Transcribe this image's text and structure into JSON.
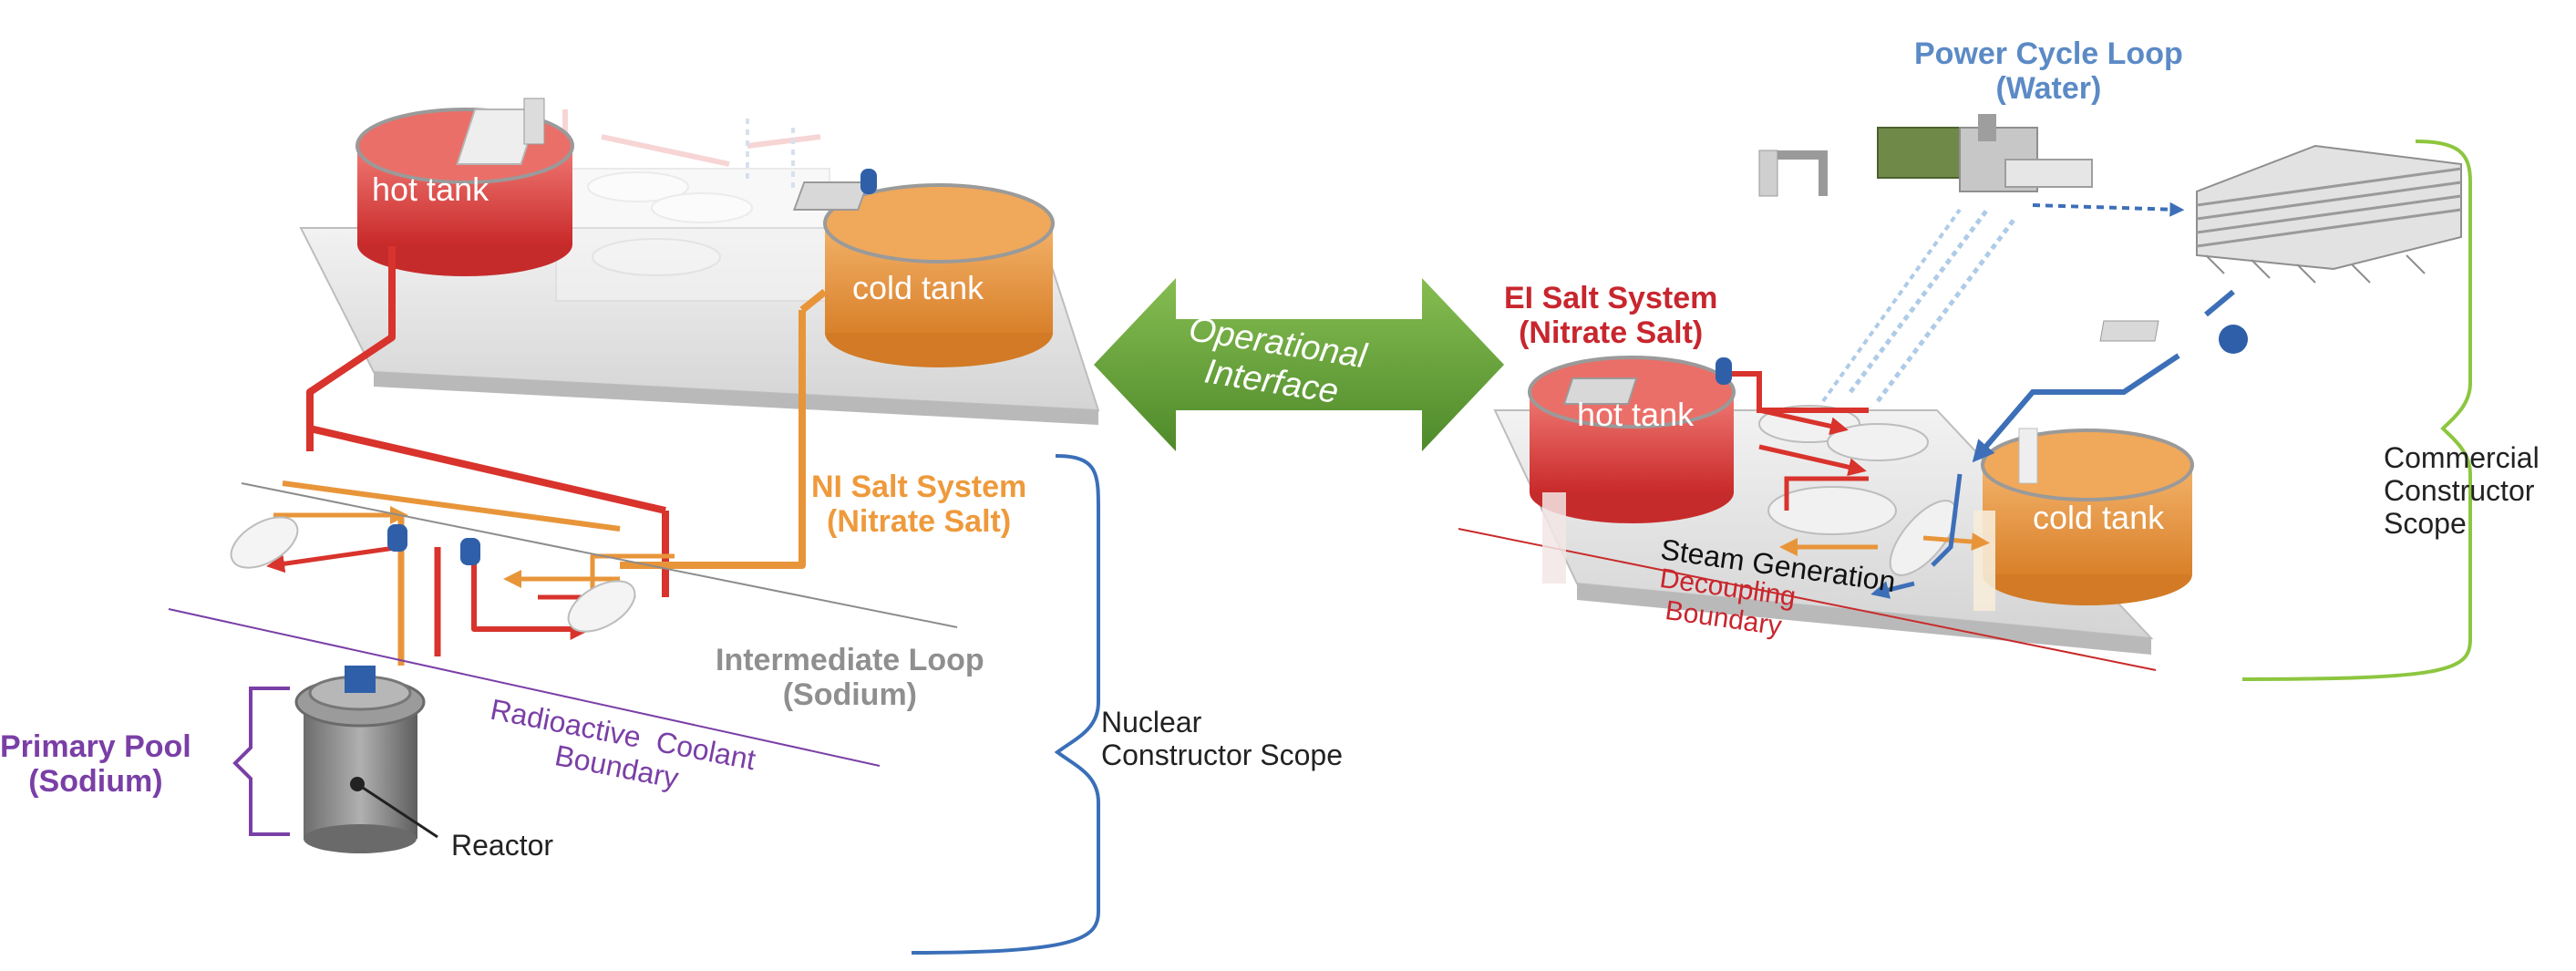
{
  "labels": {
    "hot_tank_left": "hot tank",
    "cold_tank_left": "cold tank",
    "hot_tank_right": "hot tank",
    "cold_tank_right": "cold tank",
    "operational_interface": "Operational\nInterface",
    "ni_salt_system": "NI Salt System\n(Nitrate Salt)",
    "intermediate_loop": "Intermediate Loop\n(Sodium)",
    "radioactive_boundary": "Radioactive  Coolant\nBoundary",
    "primary_pool": "Primary Pool\n(Sodium)",
    "reactor": "Reactor",
    "nuclear_scope": "Nuclear\nConstructor Scope",
    "power_cycle_loop": "Power Cycle Loop\n(Water)",
    "ei_salt_system": "EI Salt System\n(Nitrate Salt)",
    "steam_generation": "Steam Generation",
    "decoupling_boundary": "Decoupling\nBoundary",
    "commercial_scope": "Commercial\nConstructor\nScope"
  },
  "colors": {
    "hot_salt": "#d8332c",
    "cold_salt": "#e8953a",
    "ni_label": "#ee9a3c",
    "ei_label": "#c8262e",
    "power_cycle_label": "#5b8ac6",
    "intermediate_label": "#8f8f8f",
    "boundary_purple": "#7a3fa6",
    "bracket_blue": "#3a6fb8",
    "bracket_green": "#8dc63f",
    "interface_arrow": "#6ea53c",
    "steam_line_blue": "#3d6fb8"
  }
}
